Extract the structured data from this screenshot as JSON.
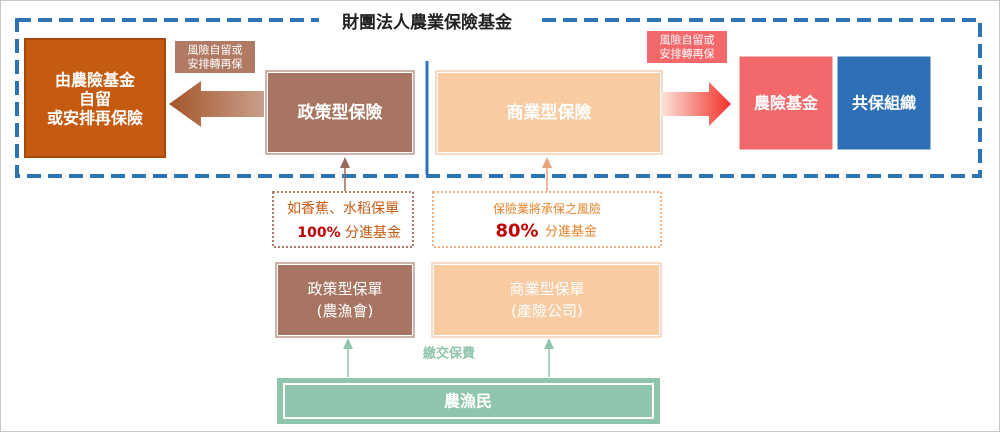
{
  "title": "財團法人農業保險基金",
  "boxes": {
    "self_retain": [
      "由農險基金",
      "自留",
      "或安排再保險"
    ],
    "policy_insurance": "政策型保險",
    "commercial_insurance": "商業型保險",
    "agri_fund": "農險基金",
    "coinsurance": "共保組織",
    "policy_contract": [
      "政策型保單",
      "(農漁會)"
    ],
    "commercial_contract": [
      "商業型保單",
      "(產險公司)"
    ],
    "farmers": "農漁民"
  },
  "labels": {
    "left_arrow_note": [
      "風險自留或",
      "安排轉再保"
    ],
    "right_arrow_note": [
      "風險自留或",
      "安排轉再保"
    ],
    "policy_note_line1": "如香蕉、水稻保單",
    "policy_note_pct": "100%",
    "policy_note_suffix": "分進基金",
    "commercial_note_line1": "保險業將承保之風險",
    "commercial_note_pct": "80%",
    "commercial_note_suffix": "分進基金",
    "premium": "繳交保費"
  },
  "colors": {
    "dashed_frame": "#2e74b5",
    "dark_orange": "#c55a11",
    "brown": "#a87562",
    "peach": "#f8cba3",
    "peach_text": "#ffffff",
    "red_box": "#f3686a",
    "blue_box": "#2e6fb6",
    "green": "#8fc5ac",
    "pct_red": "#c00000",
    "note_orange": "#e8832a",
    "note_light": "#f4b183"
  }
}
